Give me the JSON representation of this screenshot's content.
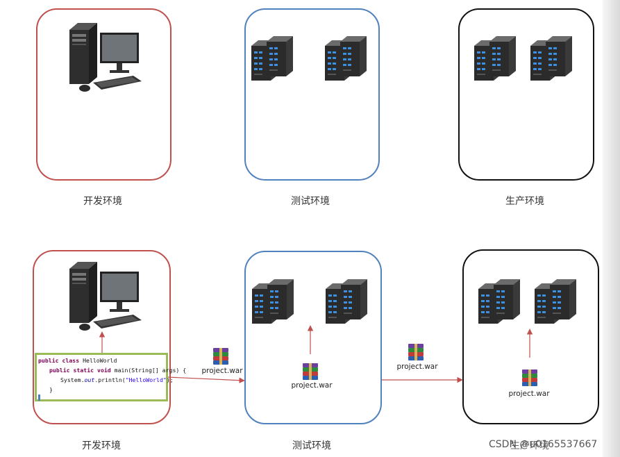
{
  "top_row": {
    "dev_label": "开发环境",
    "test_label": "测试环境",
    "prod_label": "生产环境"
  },
  "bottom_row": {
    "dev_label": "开发环境",
    "test_label": "测试环境",
    "prod_label": "生产环境"
  },
  "code": {
    "line1_kw": "public class",
    "line1_rest": " HelloWorld ",
    "line2_kw": "public static void",
    "line2_rest": " main(String[] args) {",
    "line3_a": "System.",
    "line3_field": "out",
    "line3_b": ".println(",
    "line3_str": "\"HelloWorld\"",
    "line3_c": ");",
    "line4": "}"
  },
  "artifacts": {
    "arrow1_file": "project.war",
    "test_file": "project.war",
    "arrow2_file": "project.war",
    "prod_file": "project.war"
  },
  "watermark": "CSDN @u0165537667",
  "colors": {
    "dev_border": "#c0504d",
    "test_border": "#4f81bd",
    "prod_border": "#111111",
    "code_border": "#9bbb59",
    "arrow": "#c0504d"
  }
}
